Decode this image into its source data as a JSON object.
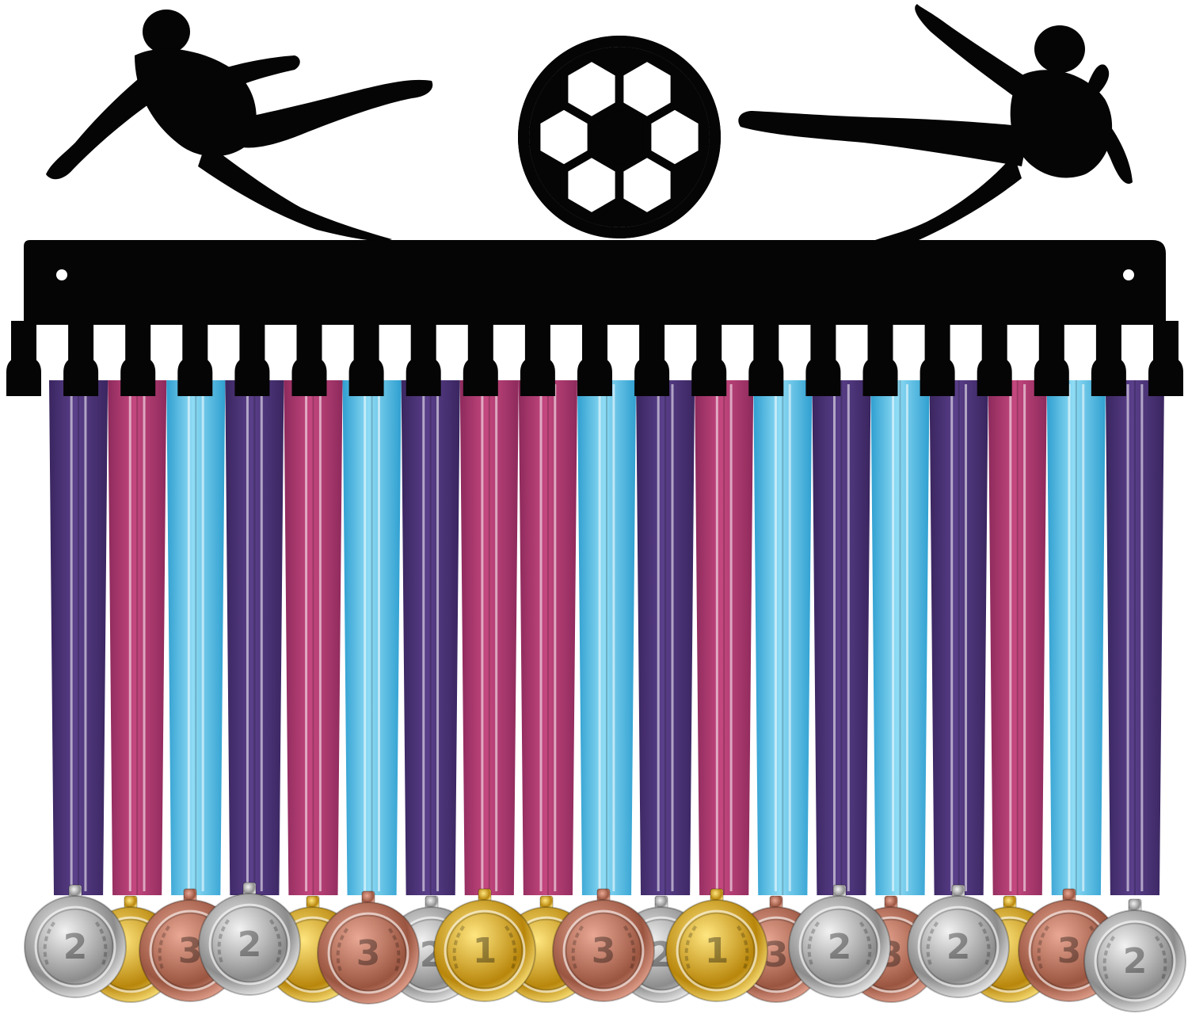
{
  "scene": {
    "subject": "soccer medal hanger",
    "background_color": "#ffffff",
    "hanger_color": "#050505"
  },
  "colors": {
    "purple": [
      "#3a2660",
      "#5a3f8a"
    ],
    "magenta": [
      "#8e2a5c",
      "#c4487f"
    ],
    "blue": [
      "#2f9fd0",
      "#8fdcf5"
    ],
    "gold": [
      "#b8860b",
      "#ffe680"
    ],
    "silver": [
      "#8c8c8c",
      "#f2f2f2"
    ],
    "bronze": [
      "#9a5540",
      "#e9a894"
    ]
  },
  "ribbons": [
    "purple",
    "magenta",
    "blue",
    "purple",
    "magenta",
    "blue",
    "purple",
    "magenta",
    "magenta",
    "blue",
    "purple",
    "magenta",
    "blue",
    "purple",
    "blue",
    "purple",
    "magenta",
    "blue",
    "purple"
  ],
  "medals_back": [
    {
      "metal": "gold",
      "label": ""
    },
    {
      "metal": "gold",
      "label": ""
    },
    {
      "metal": "silver",
      "label": "2"
    },
    {
      "metal": "gold",
      "label": ""
    },
    {
      "metal": "silver",
      "label": "2"
    },
    {
      "metal": "bronze",
      "label": "3"
    },
    {
      "metal": "bronze",
      "label": "3"
    },
    {
      "metal": "gold",
      "label": ""
    }
  ],
  "medals_front": [
    {
      "metal": "silver",
      "label": "2"
    },
    {
      "metal": "bronze",
      "label": "3"
    },
    {
      "metal": "silver",
      "label": "2"
    },
    {
      "metal": "bronze",
      "label": "3"
    },
    {
      "metal": "gold",
      "label": "1"
    },
    {
      "metal": "bronze",
      "label": "3"
    },
    {
      "metal": "gold",
      "label": "1"
    },
    {
      "metal": "silver",
      "label": "2"
    },
    {
      "metal": "silver",
      "label": "2"
    },
    {
      "metal": "bronze",
      "label": "3"
    },
    {
      "metal": "silver",
      "label": "2"
    }
  ]
}
